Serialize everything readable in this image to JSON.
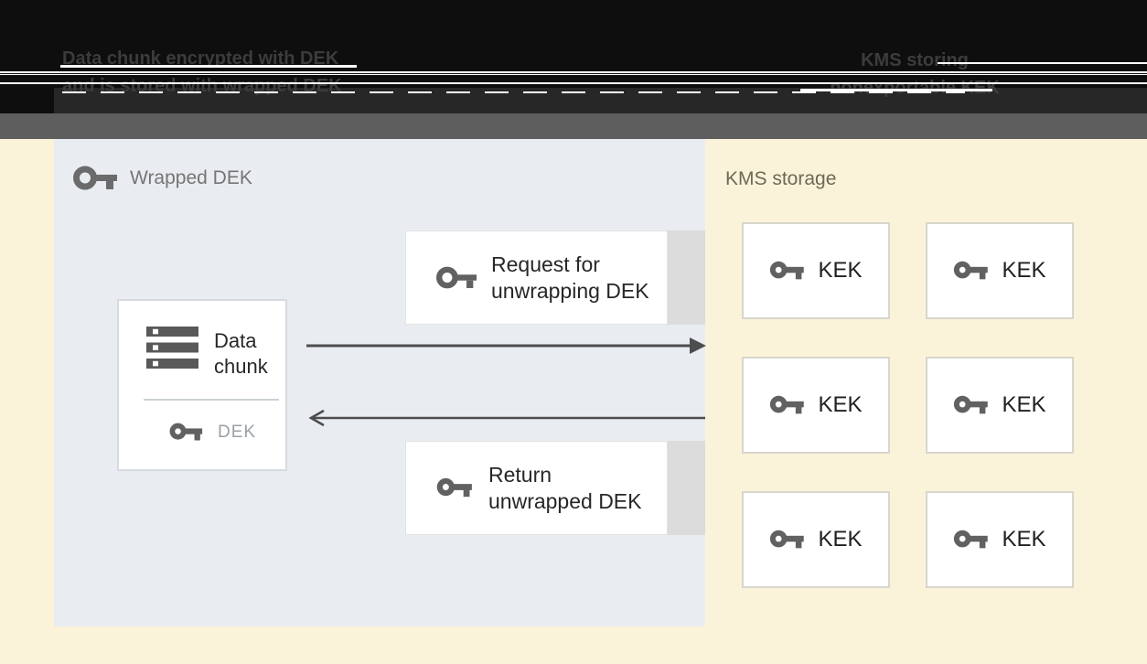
{
  "header": {
    "caption_left": {
      "line1": "Data chunk encrypted with DEK",
      "line2": "and is stored with wrapped DEK"
    },
    "caption_right": {
      "line1": "KMS storing",
      "line2": "nonexportable KEK"
    }
  },
  "wrapped_panel": {
    "label": "Wrapped DEK",
    "data_chunk_box": {
      "title": "Data chunk",
      "key_label": "DEK"
    },
    "request_box": {
      "text": "Request for unwrapping DEK"
    },
    "return_box": {
      "text": "Return unwrapped DEK"
    }
  },
  "kms_panel": {
    "label": "KMS storage",
    "keks": [
      {
        "label": "KEK"
      },
      {
        "label": "KEK"
      },
      {
        "label": "KEK"
      },
      {
        "label": "KEK"
      },
      {
        "label": "KEK"
      },
      {
        "label": "KEK"
      }
    ]
  },
  "icons": {
    "wrapped_dek": "key-outline-icon",
    "request": "key-outline-icon",
    "return": "key-filled-icon",
    "dek": "key-filled-icon",
    "kek": "key-filled-icon",
    "data_chunk": "server-stack-icon"
  },
  "colors": {
    "header_black": "#0e0e0e",
    "gray_band": "#5e5e5e",
    "background_cream": "#fbf3d9",
    "panel_blue": "#e9edf1",
    "box_white": "#ffffff",
    "arrow_gray": "#4d4d4d",
    "icon_gray": "#616161",
    "text_dark": "#212121",
    "text_muted": "#757575"
  }
}
